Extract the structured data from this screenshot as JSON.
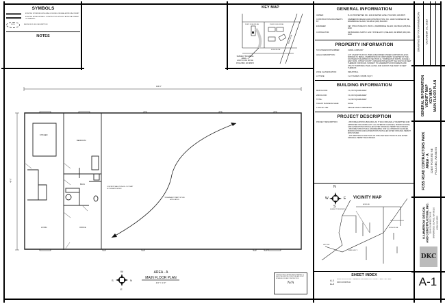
{
  "symbols": {
    "title": "SYMBOLS",
    "items": [
      "EXISTING WITHIN BUILDING WALLS DURING ORIGINAL APPROVAL PERMIT",
      "EXISTING INTERIOR WALLS CONSTRUCTED WITHOUT APPROVAL PERMIT OR DRAWING",
      "REVISION CLOUD DESCRIPTION"
    ],
    "cloud_label": "NOTE"
  },
  "notes": {
    "title": "NOTES"
  },
  "key_map": {
    "title": "KEY MAP",
    "lot_left": "22407 FOSS RD NE",
    "lot_right": "22401 FOSS RD NE",
    "road_h": "FOSS RD NE",
    "road_d": "BOND RD NE",
    "subject_label": [
      "SUBJECT BUILDING",
      "AREA - A",
      "22407 FOSS RD NE",
      "POULSBO, WA 98370"
    ]
  },
  "general": {
    "title": "GENERAL INFORMATION",
    "rows": [
      {
        "k": "OWNER:",
        "v": "B & C PROPERTIES INC. 22413 DEXTER LANE, POULSBO, WA 98370"
      },
      {
        "k": "CONSTRUCTION DOCUMENTS BY:",
        "v": "KAMMEROW DESIGN AND CONSTRUCTION, INC. 11940 SUNRISE DR NE, BAINBRIDGE ISLAND, WA 98110 (206) 842-0000"
      },
      {
        "k": "ENGINEER:",
        "v": "KEY STRUCTURES P.O. BOX 11, BAINBRIDGE ISLAND, WA 98110 (206) 842-0000"
      },
      {
        "k": "CONTRACTOR:",
        "v": "NW BUILDING SUPPLY 12217 STATE HWY 3, BELFAIR, WA 98528 (360) 000-0000"
      }
    ]
  },
  "property": {
    "title": "PROPERTY INFORMATION",
    "rows": [
      {
        "k": "TAX ASSESSORS NUMBER:",
        "v": "211601-4-008-2007"
      },
      {
        "k": "LEGAL DESCRIPTION:",
        "v": "LOT 2 SHORT PLAT NO. 5928-1 RECORDED UNDER AUDITORS FILE NO. 8205210173, BEING A SUBDIVISION OF NORTHWEST QUARTER OF THE SOUTHEAST QUARTER OF SECTION 11, TOWNSHIP 26 NORTH, RANGE 1 EAST, W.M., KITSAP COUNTY, WASHINGTON EXCEPT THE SOUTH 20 FEET THEREOF FOR ROAD, SUBJECT TO EASEMENTS FOR INGRESS AND UTILITY PURPOSES OVER, ALONG AND ACROSS THE WEST 30 FEET THEREOF."
      },
      {
        "k": "ZONE CLASSIFICATION:",
        "v": "INDUSTRIAL"
      },
      {
        "k": "LOT SIZE:",
        "v": "± 2.27 ACRES = 98,881 SQ.FT."
      }
    ]
  },
  "building": {
    "title": "BUILDING INFORMATION",
    "rows": [
      {
        "k": "MAIN FLOOR:",
        "v": "± 1,215 SQUARE FEET"
      },
      {
        "k": "2ND FLOOR:",
        "v": "± 1,015 SQUARE FEET"
      },
      {
        "k": "TOTAL:",
        "v": "± 2,230 SQUARE FEET"
      },
      {
        "k": "TENANT BUSINESS NAME:",
        "v": "NONE"
      },
      {
        "k": "TYPE OF USE:",
        "v": "SINGLE FAMILY RESIDENCE"
      }
    ]
  },
  "project": {
    "title": "PROJECT DESCRIPTION",
    "label": "PROJECT DESCRIPTION:",
    "lines": [
      "- PROVIDE EXISTING BUILDING AS IT WAS ORIGINALLY PERMITTED AND APPROVED INCLUDING ANY / ALL INTERIOR CHANGES, MODIFICATIONS, AND ALTERATIONS INSTALLED AFTER ORIGINAL PERMIT WAS ISSUED.",
      "- PROVIDE STRUCTURAL ENGINEERING FOR ALL INTERIOR CHANGES, MODIFICATIONS AND ALTERATIONS INSTALLED AFTER ORIGINAL PERMIT WAS ISSUED.",
      "- 1ST WRITTEN FLOOR PLAN OF SITE AND WHAT TOOK PLACE AFTER ORIGINAL PERMIT WAS ISSUED."
    ]
  },
  "vicinity": {
    "title": "VICINITY MAP",
    "compass": {
      "n": "N",
      "s": "S",
      "e": "E",
      "w": "W"
    },
    "labels": [
      "SUBJECT PROPERTY",
      "BOND RD",
      "FOSS RD NE",
      "STATE HWY 3",
      "HWY 305"
    ]
  },
  "sheet_index": {
    "title": "SHEET INDEX",
    "items": [
      {
        "num": "A-1",
        "desc": "MAIN FLOOR PLAN / GENERAL INFORMATION / VICINITY MAP / KEY MAP"
      },
      {
        "num": "A-2",
        "desc": "2ND FLOOR PLAN"
      }
    ]
  },
  "title_block": {
    "drawn_by": "DRAWING BY   P.K KAMMEROW",
    "date": "OCTOBER 25, 2010",
    "sheet_contents": [
      "GENERAL INFORMATION",
      "VICINITY MAP",
      "KEY MAP",
      "MAIN FLOOR PLAN"
    ],
    "project": [
      "FOSS ROAD CONTRACTORS PARK",
      "AREA - A",
      "22407 FOSS RD NE",
      "POULSBO, WA 98370"
    ],
    "firm": [
      "KAMMEROW DESIGN",
      "AND CONSTRUCTION, INC.",
      "11940 SUNRISE DR NE",
      "BAINBRIDGE ISLAND, WA 98110",
      "(206) 842-0000"
    ],
    "logo_text": "DKC",
    "sheet_number": "A-1"
  },
  "plan": {
    "title": "AREA - A",
    "subtitle": "MAIN FLOOR PLAN",
    "scale": "1/4\" = 1'-0\"",
    "compass": {
      "top": "W",
      "bottom": "E",
      "left": "S",
      "right": "N"
    },
    "overall_dim": "120'-0\"",
    "side_dim": "40'-0\"",
    "rooms": [
      "KITCHEN",
      "BEDROOM",
      "BATH",
      "LIVING",
      "OFFICE"
    ],
    "note_area": "THIS AREA NOT PART OF THIS APPLICATION",
    "note_wall": "CONCRETE WALL IN PLACE - NOT PART OF THIS APPLICATION",
    "stamp_text": "THIS BUILDING PLAN HAS BEEN PREPARED TO SHOW THE EXISTING CONDITIONS AND IS NOT INTENDED FOR NEW CONSTRUCTION",
    "stamp_sig": "N/A"
  }
}
